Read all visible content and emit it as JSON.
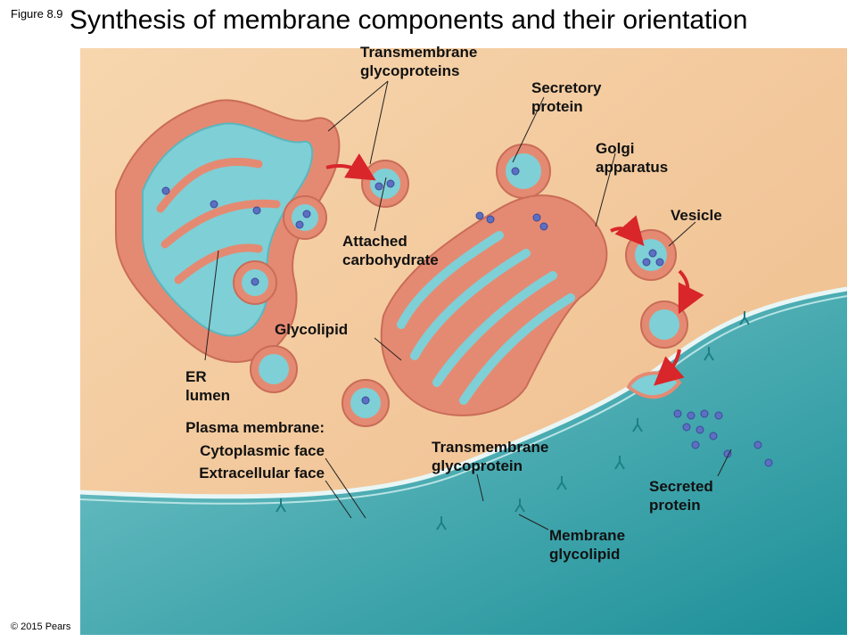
{
  "figure_label": "Figure 8.9",
  "title": "Synthesis of membrane components and their orientation",
  "copyright": "© 2015 Pears",
  "labels": {
    "transmembrane_glycoproteins": "Transmembrane\nglycoproteins",
    "secretory_protein": "Secretory\nprotein",
    "golgi_apparatus": "Golgi\napparatus",
    "vesicle": "Vesicle",
    "attached_carbohydrate": "Attached\ncarbohydrate",
    "glycolipid": "Glycolipid",
    "er_lumen": "ER\nlumen",
    "plasma_membrane": "Plasma membrane:",
    "cytoplasmic_face": "Cytoplasmic face",
    "extracellular_face": "Extracellular face",
    "transmembrane_glycoprotein": "Transmembrane\nglycoprotein",
    "secreted_protein": "Secreted\nprotein",
    "membrane_glycolipid": "Membrane\nglycolipid"
  },
  "colors": {
    "cytoplasm": "#f3c89a",
    "er_golgi_wall": "#e58a72",
    "lumen": "#7fcfd6",
    "extracellular": "#2e9ea6",
    "arrow": "#d8262a",
    "protein": "#5d6fc0"
  }
}
